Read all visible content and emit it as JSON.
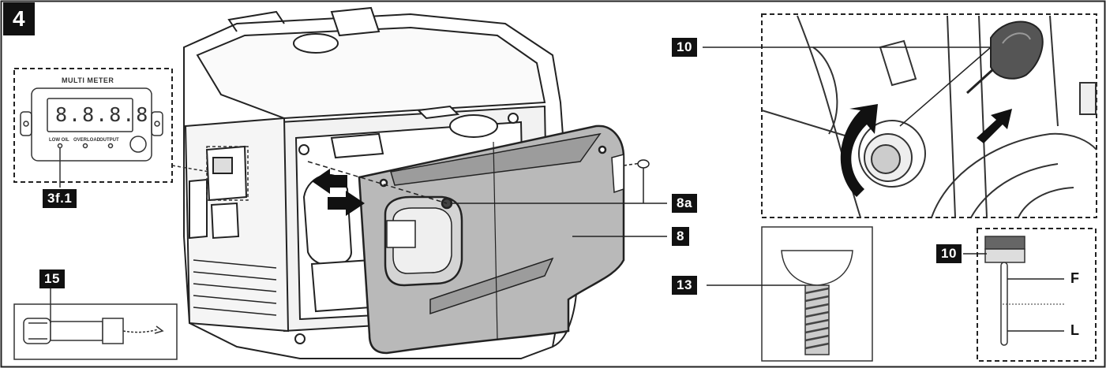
{
  "figure_number": "4",
  "labels": {
    "l10_top": "10",
    "l3f1": "3f.1",
    "l8a": "8a",
    "l8": "8",
    "l13": "13",
    "l10_bottom": "10",
    "lF": "F",
    "lL": "L",
    "l15": "15"
  },
  "multimeter": {
    "title": "MULTI METER",
    "display": "8.8.8.8",
    "indicators": [
      "LOW OIL",
      "OVERLOAD",
      "OUTPUT"
    ]
  },
  "colors": {
    "ink": "#111111",
    "panel_gray": "#b9b9b9",
    "line_gray": "#555555"
  }
}
